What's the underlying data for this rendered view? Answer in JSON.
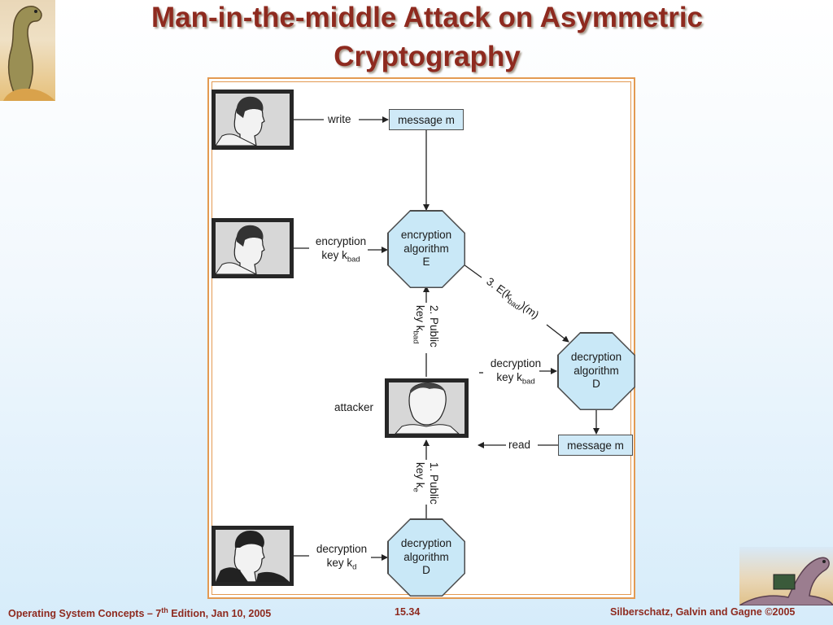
{
  "slide": {
    "title": "Man-in-the-middle Attack on Asymmetric Cryptography"
  },
  "diagram": {
    "write_label": "write",
    "message_top": "message m",
    "encryption_key_line1": "encryption",
    "encryption_key_line2": "key k",
    "encryption_key_sub": "bad",
    "enc_algo": [
      "encryption",
      "algorithm",
      "E"
    ],
    "step2_line1": "2. Public",
    "step2_line2": "key k",
    "step2_sub": "bad",
    "step3_prefix": "3. E(k",
    "step3_sub": "bad",
    "step3_suffix": ")(m)",
    "attacker_decryption_line1": "decryption",
    "attacker_decryption_line2": "key k",
    "attacker_decryption_sub": "bad",
    "dec_algo_right": [
      "decryption",
      "algorithm",
      "D"
    ],
    "attacker_label": "attacker",
    "read_label": "read",
    "message_bottom": "message m",
    "step1_line1": "1. Public",
    "step1_line2": "key k",
    "step1_sub": "e",
    "decryption_key_line1": "decryption",
    "decryption_key_line2": "key k",
    "decryption_key_sub": "d",
    "dec_algo_bottom": [
      "decryption",
      "algorithm",
      "D"
    ]
  },
  "footer": {
    "left_prefix": "Operating System Concepts – 7",
    "left_sup": "th",
    "left_suffix": " Edition, Jan 10, 2005",
    "page": "15.34",
    "right": "Silberschatz, Galvin and Gagne ©2005"
  }
}
